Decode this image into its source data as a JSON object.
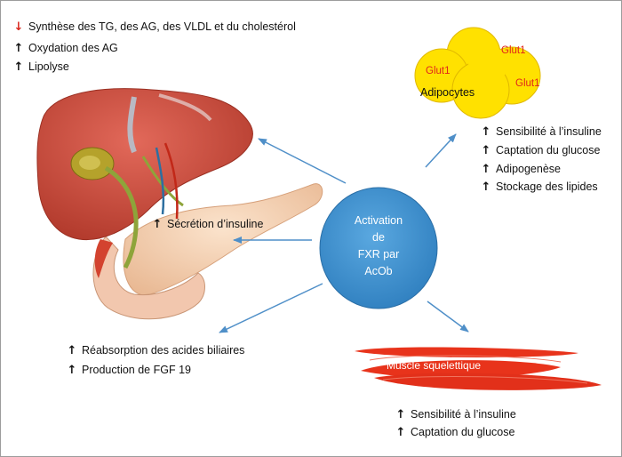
{
  "liver_effects": [
    {
      "arrow": "down",
      "text": "Synthèse des TG, des AG, des VLDL et du cholestérol"
    },
    {
      "arrow": "up",
      "text": "Oxydation des AG"
    },
    {
      "arrow": "up",
      "text": "Lipolyse"
    }
  ],
  "pancreas_effect": {
    "arrow": "up",
    "text": "Sécrétion d’insuline"
  },
  "intestine_effects": [
    {
      "arrow": "up",
      "text": "Réabsorption des acides biliaires"
    },
    {
      "arrow": "up",
      "text": "Production de FGF 19"
    }
  ],
  "adipocytes": {
    "label": "Adipocytes",
    "glut_labels": [
      "Glut1",
      "Glut1",
      "Glut1"
    ],
    "effects": [
      {
        "arrow": "up",
        "text": "Sensibilité à l’insuline"
      },
      {
        "arrow": "up",
        "text": "Captation du glucose"
      },
      {
        "arrow": "up",
        "text": "Adipogenèse"
      },
      {
        "arrow": "up",
        "text": "Stockage des lipides"
      }
    ]
  },
  "center": {
    "lines": [
      "Activation",
      "de",
      "FXR par",
      "AcOb"
    ]
  },
  "muscle": {
    "label": "Muscle squelettique",
    "effects": [
      {
        "arrow": "up",
        "text": "Sensibilité à l’insuline"
      },
      {
        "arrow": "up",
        "text": "Captation du glucose"
      }
    ]
  },
  "colors": {
    "circle": "#3c8fcd",
    "arrows": "#4f8fc8",
    "down_arrow": "#d9261c",
    "up_arrow": "#111111",
    "fat": "#ffe100",
    "glut": "#e0261b",
    "muscle": "#e8331b",
    "liver": "#d8513f"
  }
}
